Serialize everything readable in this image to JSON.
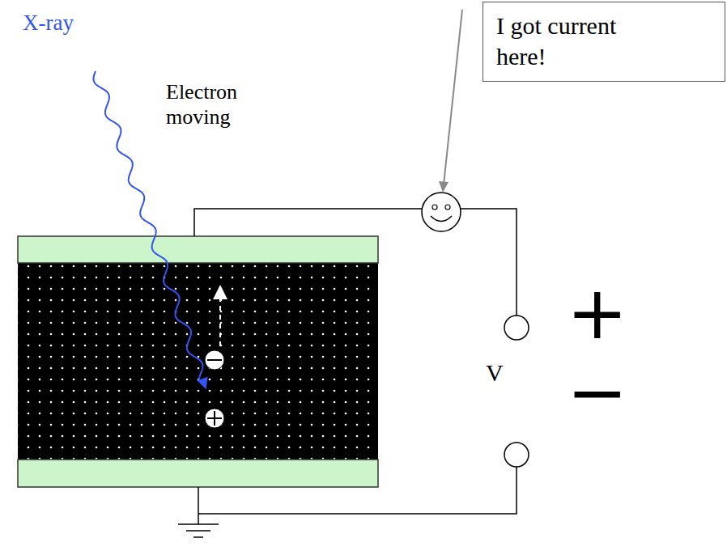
{
  "diagram": {
    "nodes": [
      {
        "text": [
          "I got current here!"
        ]
      }
    ],
    "labels": [
      "X-ray",
      "Electron moving",
      "V",
      "+",
      "−"
    ]
  }
}
